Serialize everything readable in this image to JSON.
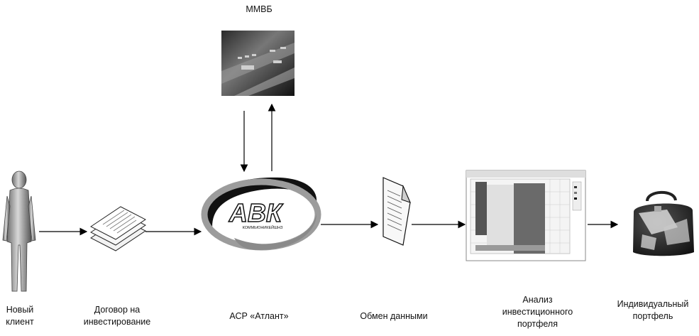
{
  "top_node": {
    "label": "ММВБ"
  },
  "nodes": [
    {
      "id": "client",
      "label": "Новый\nклиент"
    },
    {
      "id": "contract",
      "label": "Договор на\nинвестирование"
    },
    {
      "id": "asr",
      "label": "АСР «Атлант»"
    },
    {
      "id": "exchange",
      "label": "Обмен данными"
    },
    {
      "id": "analysis",
      "label": "Анализ\nинвестиционного\nпортфеля"
    },
    {
      "id": "portfolio",
      "label": "Индивидуальный\nпортфель"
    }
  ],
  "logo": {
    "main": "АВК",
    "sub": "КОММЬЮНИКЕЙШНЗ"
  }
}
